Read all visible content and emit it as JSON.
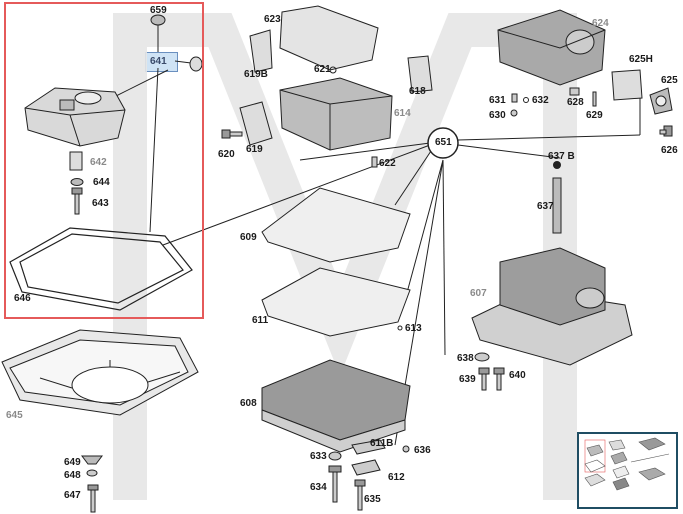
{
  "diagram": {
    "labels": {
      "l659": "659",
      "l641": "641",
      "l642": "642",
      "l644": "644",
      "l643": "643",
      "l646": "646",
      "l645": "645",
      "l649": "649",
      "l648": "648",
      "l647": "647",
      "l623": "623",
      "l619B": "619B",
      "l621": "621",
      "l614": "614",
      "l618": "618",
      "l620": "620",
      "l619": "619",
      "l622": "622",
      "l609": "609",
      "l611": "611",
      "l613": "613",
      "l608": "608",
      "l611B": "611B",
      "l636": "636",
      "l633": "633",
      "l612": "612",
      "l634": "634",
      "l635": "635",
      "l651": "651",
      "l624": "624",
      "l625H": "625H",
      "l625": "625",
      "l626": "626",
      "l631": "631",
      "l632": "632",
      "l630": "630",
      "l628": "628",
      "l629": "629",
      "l637B": "637 B",
      "l637": "637",
      "l607": "607",
      "l638": "638",
      "l639": "639",
      "l640": "640"
    },
    "selected_part": "641",
    "colors": {
      "highlight_border": "#e55a5a",
      "selected_fill": "#cfe3f5",
      "thumb_border": "#1f4d63",
      "grey_label": "#8a8a8a"
    }
  }
}
